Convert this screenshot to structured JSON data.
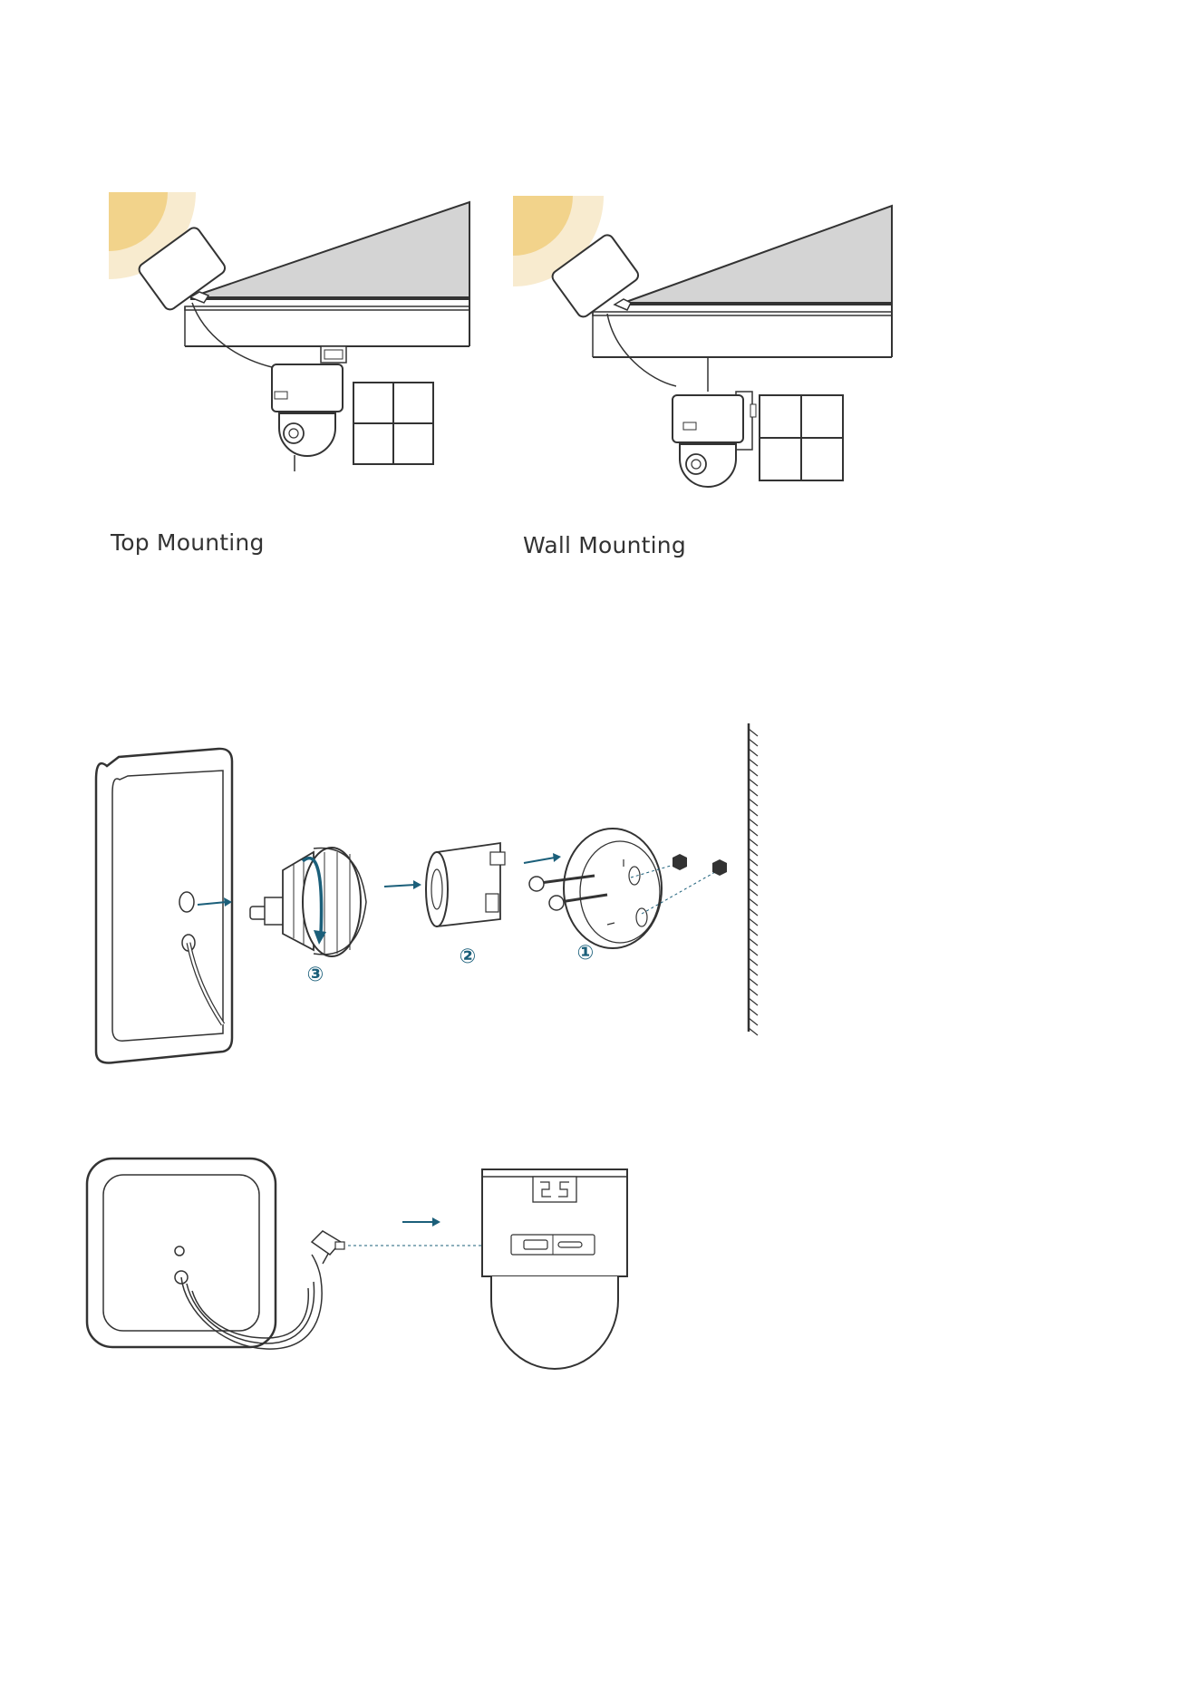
{
  "figures": {
    "top_mounting": {
      "caption": "Top Mounting"
    },
    "wall_mounting": {
      "caption": "Wall Mounting"
    },
    "assembly": {
      "steps": [
        "③",
        "②",
        "①"
      ]
    },
    "connection": {}
  },
  "colors": {
    "accent": "#1b5f7a",
    "sun_inner": "#f2d38b",
    "sun_outer": "#f8ebcf",
    "roof": "#d4d4d4",
    "line": "#333333"
  }
}
